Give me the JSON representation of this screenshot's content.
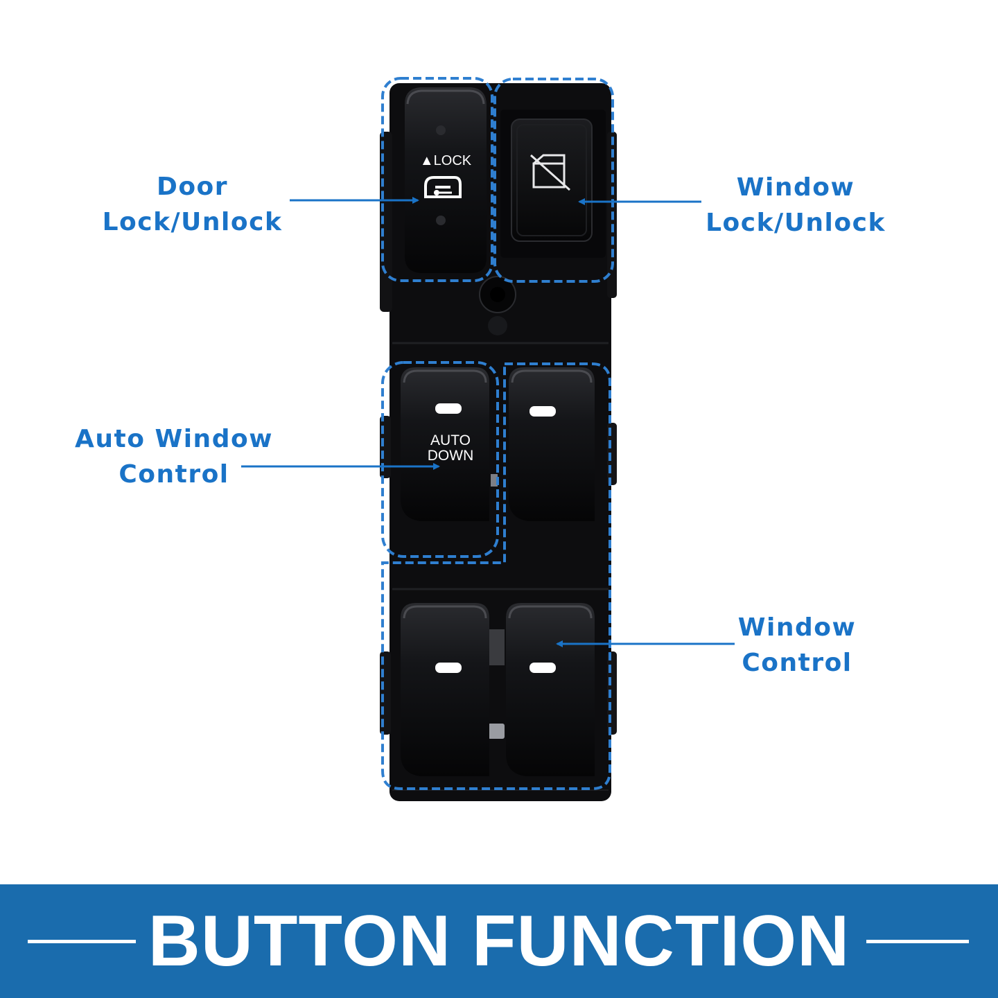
{
  "callouts": {
    "door_lock": {
      "line1": "Door",
      "line2": "Lock/Unlock"
    },
    "window_lock": {
      "line1": "Window",
      "line2": "Lock/Unlock"
    },
    "auto_window": {
      "line1": "Auto Window",
      "line2": "Control"
    },
    "window_control": {
      "line1": "Window",
      "line2": "Control"
    }
  },
  "switch_labels": {
    "lock": "▲LOCK",
    "auto": "AUTO",
    "down": "DOWN"
  },
  "footer": {
    "title": "BUTTON FUNCTION"
  },
  "colors": {
    "accent": "#1a73c7",
    "banner": "#1a6cad",
    "dashed_outline": "#2f7fd0",
    "switch_body": "#0d0d0f"
  }
}
